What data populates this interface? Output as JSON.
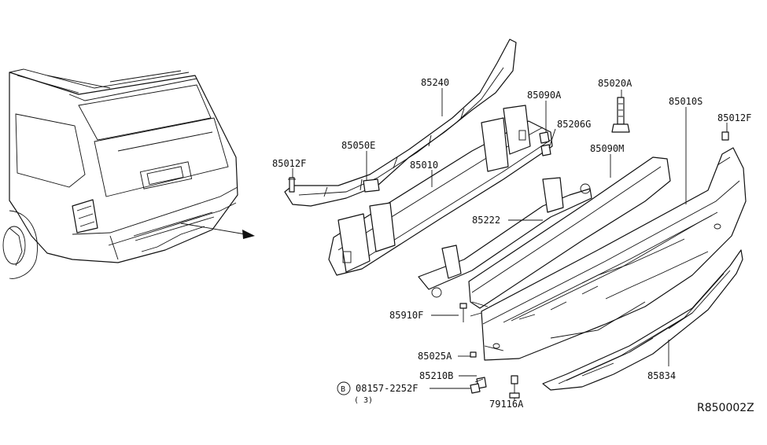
{
  "diagram": {
    "reference_code": "R850002Z",
    "bolt_note_symbol": "B",
    "bolt_note_qty": "( 3)",
    "parts": {
      "p85240": "85240",
      "p85090A": "85090A",
      "p85020A": "85020A",
      "p85010S": "85010S",
      "p85206G": "85206G",
      "p85012F_right": "85012F",
      "p85012F_left": "85012F",
      "p85050E": "85050E",
      "p85010": "85010",
      "p85090M": "85090M",
      "p85222": "85222",
      "p85910F": "85910F",
      "p85025A": "85025A",
      "p85210B": "85210B",
      "p08157": "08157-2252F",
      "p79116A": "79116A",
      "p85834": "85834"
    }
  }
}
